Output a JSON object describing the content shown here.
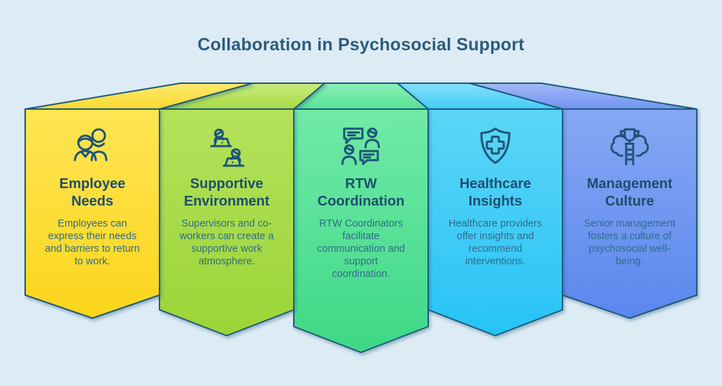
{
  "title": "Collaboration in Psychosocial Support",
  "colors": {
    "background": "#ddebf4",
    "outline": "#1f5a7d",
    "title_text": "#2b5c7d",
    "banner_title_text": "#1d4f6e",
    "banner_desc_text": "#2f6c88",
    "banner_fills": [
      "#fcd51c",
      "#9bd437",
      "#3ed886",
      "#27c3f5",
      "#5a87ee"
    ]
  },
  "banners": [
    {
      "name": "employee-needs",
      "icon": "people-icon",
      "title": "Employee\nNeeds",
      "description": "Employees can\nexpress their needs\nand barriers to return\nto work."
    },
    {
      "name": "supportive-environment",
      "icon": "laptop-users-icon",
      "title": "Supportive\nEnvironment",
      "description": "Supervisors and co-\nworkers can create a\nsupportive work\natmosphere."
    },
    {
      "name": "rtw-coordination",
      "icon": "chat-people-icon",
      "title": "RTW\nCoordination",
      "description": "RTW Coordinators\nfacilitate\ncommunication and\nsupport\ncoordination."
    },
    {
      "name": "healthcare-insights",
      "icon": "shield-cross-icon",
      "title": "Healthcare\nInsights",
      "description": "Healthcare providers\noffer insights and\nrecommend\ninterventions."
    },
    {
      "name": "management-culture",
      "icon": "trophy-ladder-icon",
      "title": "Management\nCulture",
      "description": "Senior management\nfosters a culture of\npsychosocial well-\nbeing."
    }
  ]
}
